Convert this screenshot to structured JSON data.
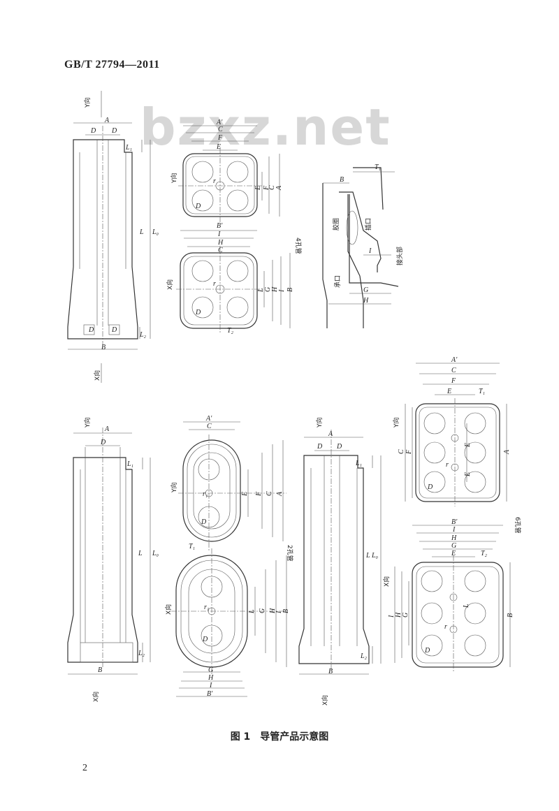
{
  "header": {
    "standard_no": "GB/T 27794—2011"
  },
  "watermark": {
    "text": "bzxz.net"
  },
  "figure": {
    "caption": "图 1　导管产品示意图",
    "page_number": "2",
    "labels": {
      "y_dir": "Y向",
      "x_dir": "X向",
      "four_hole": "4孔管",
      "two_hole": "2孔管",
      "six_hole": "6孔管",
      "socket": "承口",
      "spigot": "插口",
      "rubber_ring": "胶圈",
      "joint_section": "接头部"
    },
    "dims": {
      "A": "A",
      "A1": "A'",
      "B": "B",
      "B1": "B'",
      "C": "C",
      "D": "D",
      "E": "E",
      "F": "F",
      "G": "G",
      "H": "H",
      "I": "I",
      "L": "L",
      "L0": "L₀",
      "L1": "L₁",
      "L2": "L₂",
      "T1": "T₁",
      "T2": "T₂",
      "r": "r",
      "r1": "r₁"
    }
  }
}
